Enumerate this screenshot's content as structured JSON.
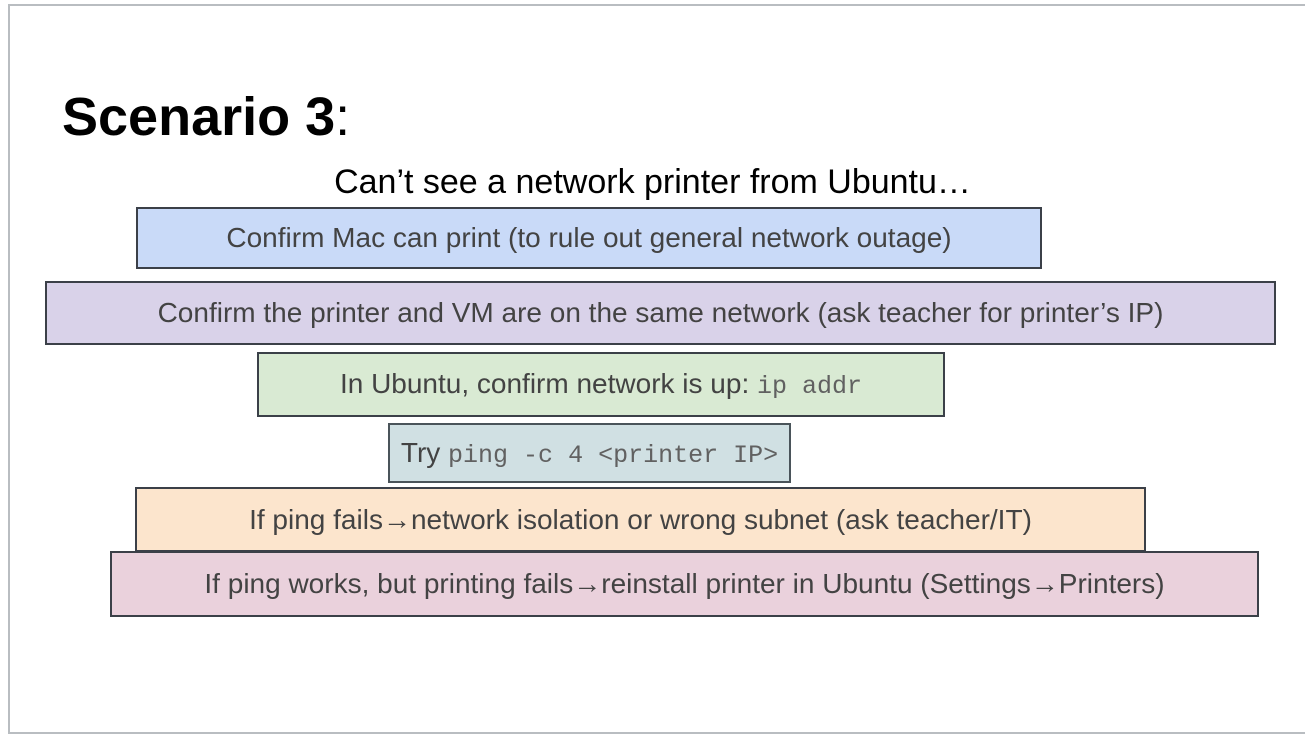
{
  "slide": {
    "title_bold": "Scenario 3",
    "title_suffix": ":",
    "subtitle": "Can’t see a network printer from Ubuntu…",
    "steps": [
      {
        "name": "confirm-mac-can-print",
        "bg": "#c9daf8",
        "border": "#3b4048",
        "segments": [
          {
            "text": "Confirm Mac can print (to rule out general network outage)",
            "mono": false
          }
        ]
      },
      {
        "name": "confirm-printer-vm-same-network",
        "bg": "#d9d2e9",
        "border": "#3b4048",
        "segments": [
          {
            "text": "Confirm the printer and VM are on the same network (ask teacher for printer’s IP)",
            "mono": false
          }
        ]
      },
      {
        "name": "confirm-network-up",
        "bg": "#d9ead3",
        "border": "#3b4048",
        "segments": [
          {
            "text": "In Ubuntu, confirm network is up: ",
            "mono": false
          },
          {
            "text": "ip addr",
            "mono": true
          }
        ]
      },
      {
        "name": "try-ping",
        "bg": "#d0e0e3",
        "border": "#4a545a",
        "segments": [
          {
            "text": "Try ",
            "mono": false
          },
          {
            "text": "ping -c 4 <printer IP>",
            "mono": true
          }
        ]
      },
      {
        "name": "ping-fails",
        "bg": "#fce5cd",
        "border": "#3b4048",
        "segments": [
          {
            "text": "If ping fails→network isolation or wrong subnet (ask teacher/IT)",
            "mono": false
          }
        ]
      },
      {
        "name": "ping-works-printing-fails",
        "bg": "#ead1dc",
        "border": "#3b4048",
        "segments": [
          {
            "text": "If ping works, but printing fails→reinstall printer in Ubuntu (Settings→Printers)",
            "mono": false
          }
        ]
      }
    ],
    "colors": {
      "title_text": "#000000",
      "step_text": "#434343",
      "mono_text": "#616161",
      "frame_border": "#b9bdc1",
      "background": "#ffffff"
    }
  }
}
